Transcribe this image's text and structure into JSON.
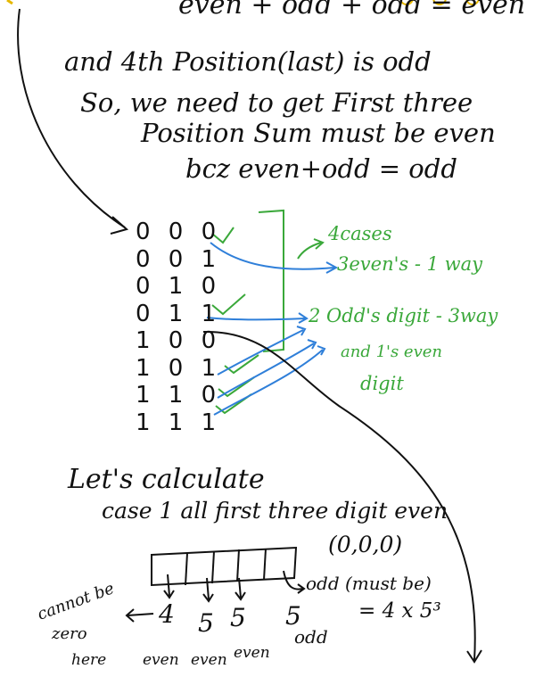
{
  "notes": {
    "line0": "even + odd + odd = even",
    "line1": "and 4th Position(last) is odd",
    "line2": "So, we need to get First three",
    "line3": "Position Sum must be even",
    "line4": "bcz even+odd = odd"
  },
  "binary_rows": [
    "0 0 0",
    "0 0 1",
    "0 1 0",
    "0 1 1",
    "1 0 0",
    "1 0 1",
    "1 1 0",
    "1 1 1"
  ],
  "annotations": {
    "cases": "4cases",
    "three_even": "3even's - 1 way",
    "two_odd": "2 Odd's digit - 3way",
    "one_even_1": "and 1's even",
    "one_even_2": "digit"
  },
  "calc": {
    "title": "Let's calculate",
    "case1": "case 1 all first three digit even",
    "tuple": "(0,0,0)",
    "odd_note": "odd (must be)",
    "cannot_be": "cannot be",
    "zero": "zero",
    "here": "here",
    "d1": "4",
    "d2": "5",
    "d3": "5",
    "d4": "5",
    "result": "= 4 x 5³",
    "even1": "even",
    "even2": "even",
    "even3": "even",
    "odd": "odd"
  },
  "colors": {
    "ink": "#111111",
    "green": "#3aa83a",
    "blue": "#2f7fd9"
  }
}
